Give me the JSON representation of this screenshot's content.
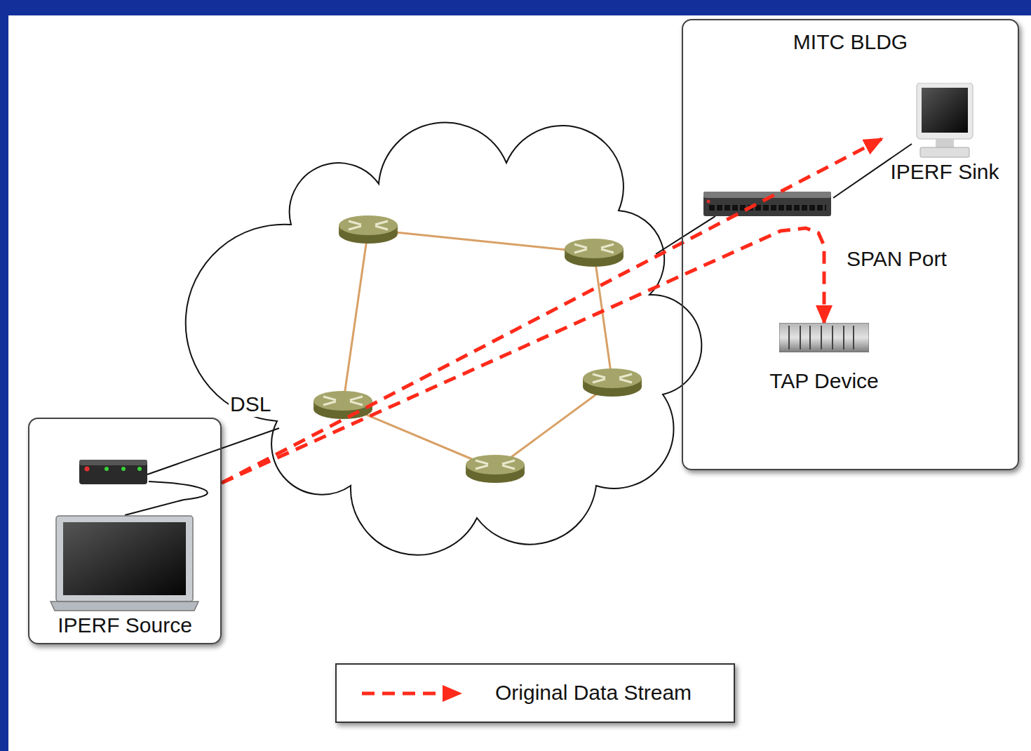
{
  "diagram": {
    "nodes": [
      {
        "text": [
          "IPERF Source"
        ]
      },
      {
        "text": [
          "MITC BLDG"
        ]
      },
      {
        "text": [
          "IPERF Sink"
        ],
        "in": 1
      },
      {
        "text": [
          "TAP Device"
        ],
        "in": 1
      }
    ],
    "edges": [
      {
        "from": 0,
        "to": 2,
        "arrow": "to"
      },
      {
        "from": 0,
        "to": 3,
        "arrow": "to",
        "label": "SPAN Port"
      }
    ],
    "labels": [
      "DSL"
    ],
    "legend": [
      {
        "text": "Original Data Stream"
      }
    ]
  }
}
